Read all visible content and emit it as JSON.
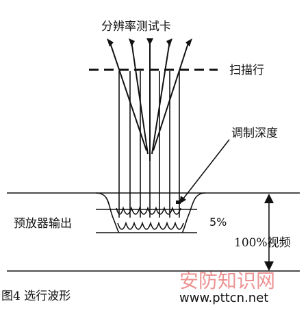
{
  "labels": {
    "test_card": "分辨率测试卡",
    "scan_line": "扫描行",
    "modulation_depth": "调制深度",
    "preamp_output": "预放器输出",
    "percent_5": "5%",
    "video_100": "100%视频",
    "figure_caption": "图4  选行波形"
  },
  "watermark": {
    "site_name": "安防知识网",
    "url": "www.pttcn.net",
    "color": "#e03a3a"
  },
  "colors": {
    "line": "#111111",
    "background": "#ffffff"
  }
}
